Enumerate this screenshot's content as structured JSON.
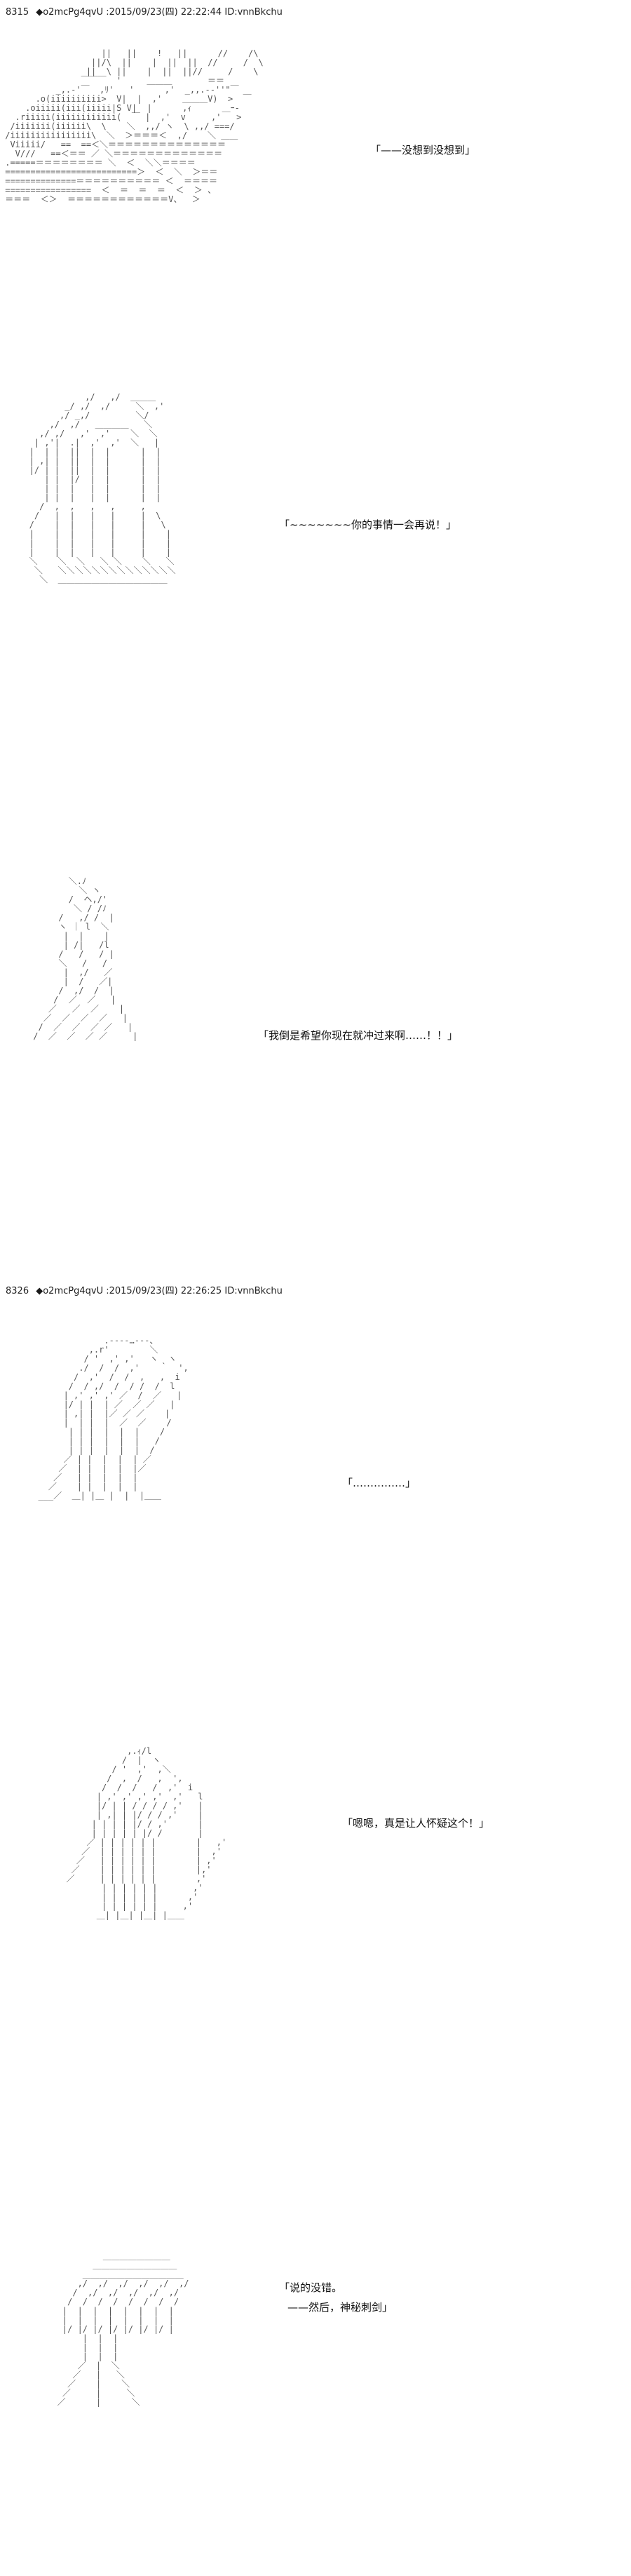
{
  "posts": [
    {
      "number": "8315",
      "id_prefix": "◆o2mcPg4qvU",
      "datetime": ":2015/09/23(四) 22:22:44",
      "user_id": "ID:vnnBkchu",
      "lines": [
        "「——没想到没想到」",
        "「~~~~~~~你的事情一会再说！」",
        "「我倒是希望你现在就冲过来啊……！！」"
      ]
    },
    {
      "number": "8326",
      "id_prefix": "◆o2mcPg4qvU",
      "datetime": ":2015/09/23(四) 22:26:25",
      "user_id": "ID:vnnBkchu",
      "lines": [
        "「……………」",
        "「嗯嗯，真是让人怀疑这个！」",
        "「说的没错。",
        "——然后，神秘刺剑」"
      ]
    }
  ]
}
